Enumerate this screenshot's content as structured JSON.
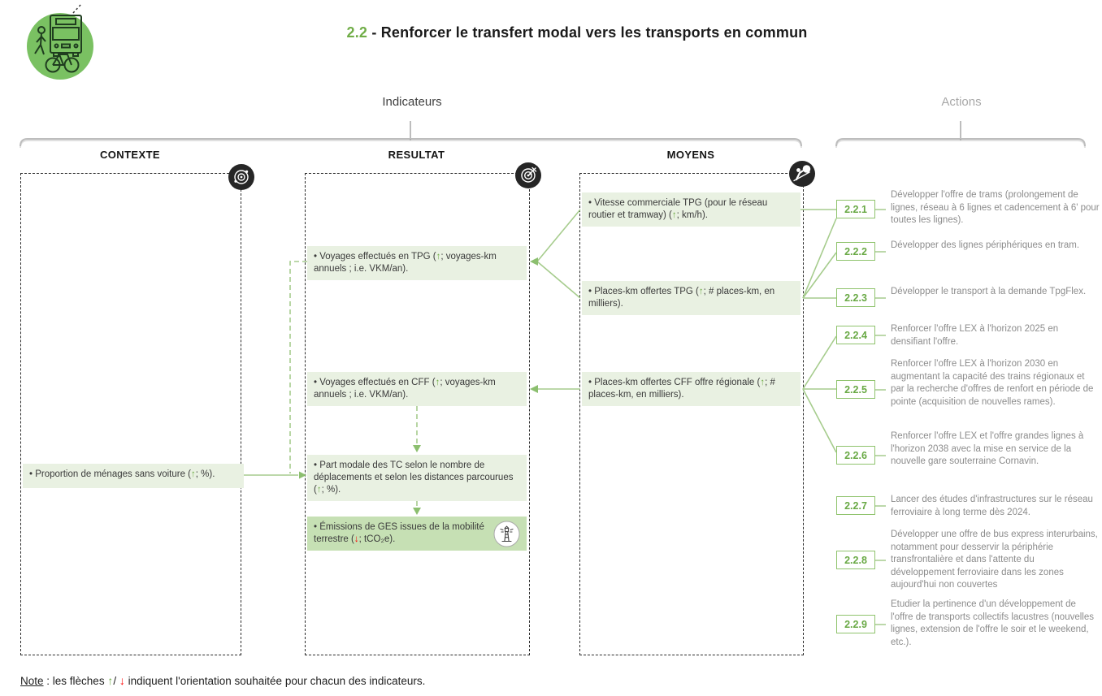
{
  "title": {
    "number": "2.2",
    "rest": " - Renforcer le transfert modal vers les transports en commun"
  },
  "groups": {
    "indicators": "Indicateurs",
    "actions": "Actions"
  },
  "columns": {
    "contexte": {
      "header": "CONTEXTE",
      "icon": "radar-icon"
    },
    "resultat": {
      "header": "RESULTAT",
      "icon": "target-dart-icon"
    },
    "moyens": {
      "header": "MOYENS",
      "icon": "effort-push-icon"
    }
  },
  "indicators": {
    "contexte": [
      {
        "before": "• Proportion de ménages sans voiture (",
        "arrow": "↑",
        "direction": "up",
        "after": "; %)."
      }
    ],
    "resultat": [
      {
        "before": "• Voyages effectués en TPG (",
        "arrow": "↑",
        "direction": "up",
        "after": "; voyages-km annuels ; i.e. VKM/an)."
      },
      {
        "before": "• Voyages effectués en CFF (",
        "arrow": "↑",
        "direction": "up",
        "after": "; voyages-km annuels ; i.e. VKM/an)."
      },
      {
        "before": "• Part modale des TC selon le nombre de déplacements et selon les distances parcourues (",
        "arrow": "↑",
        "direction": "up",
        "after": "; %)."
      },
      {
        "before": "• Émissions de GES issues de la mobilité terrestre (",
        "arrow": "↓",
        "direction": "down",
        "after": "; tCO₂e).",
        "highlight": true,
        "icon": "lighthouse-icon"
      }
    ],
    "moyens": [
      {
        "before": "• Vitesse commerciale TPG (pour le réseau routier et tramway) (",
        "arrow": "↑",
        "direction": "up",
        "after": "; km/h)."
      },
      {
        "before": "• Places-km offertes TPG (",
        "arrow": "↑",
        "direction": "up",
        "after": "; # places-km, en milliers)."
      },
      {
        "before": "• Places-km offertes CFF offre régionale (",
        "arrow": "↑",
        "direction": "up",
        "after": "; # places-km, en milliers)."
      }
    ]
  },
  "actions": [
    {
      "code": "2.2.1",
      "text": "Développer l'offre de trams (prolongement de lignes, réseau à 6 lignes et cadencement à 6' pour toutes les lignes)."
    },
    {
      "code": "2.2.2",
      "text": "Développer des lignes périphériques en tram."
    },
    {
      "code": "2.2.3",
      "text": "Développer le transport à la demande TpgFlex."
    },
    {
      "code": "2.2.4",
      "text": "Renforcer l'offre LEX à l'horizon 2025 en densifiant l'offre."
    },
    {
      "code": "2.2.5",
      "text": "Renforcer l'offre LEX à l'horizon 2030 en augmentant la capacité des trains régionaux et par la recherche d'offres de renfort en période de pointe (acquisition de nouvelles rames)."
    },
    {
      "code": "2.2.6",
      "text": "Renforcer l'offre LEX et l'offre grandes lignes à l'horizon 2038 avec la mise en service de la nouvelle gare souterraine Cornavin."
    },
    {
      "code": "2.2.7",
      "text": "Lancer des études d'infrastructures sur le réseau ferroviaire à long terme dès 2024."
    },
    {
      "code": "2.2.8",
      "text": "Développer une offre de bus express interurbains, notamment pour desservir la périphérie transfrontalière et dans l'attente du développement ferroviaire dans les zones aujourd'hui non couvertes"
    },
    {
      "code": "2.2.9",
      "text": "Etudier la pertinence d'un développement de l'offre de transports collectifs lacustres (nouvelles lignes, extension de l'offre le soir et le weekend, etc.)."
    }
  ],
  "note": {
    "label": "Note",
    "mid": " : les flèches ",
    "up": "↑",
    "slash": "/ ",
    "down": "↓",
    "after": " indiquent l'orientation souhaitée pour chacun des indicateurs."
  },
  "icons": {
    "logo": "bus-pedestrian-bike-icon",
    "contexte_badge": "radar-icon",
    "resultat_badge": "target-dart-icon",
    "moyens_badge": "effort-push-icon",
    "emissions_badge": "lighthouse-icon"
  },
  "colors": {
    "accent_green": "#70ad47",
    "logo_green": "#7ac162",
    "indicator_bg": "#e9f1e2",
    "indicator_highlight_bg": "#c6e0b4",
    "connector_green": "#a6cc8d",
    "action_border_green": "#8fc36d",
    "action_code_green": "#69a945",
    "description_gray": "#8c8c8c",
    "arrow_down_red": "#ff0000",
    "bracket_gray": "#bdbdbd",
    "actions_label_gray": "#a8a8a8",
    "badge_dark": "#262626"
  }
}
